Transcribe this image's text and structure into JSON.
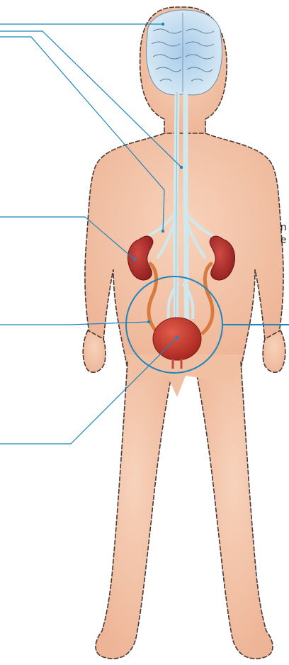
{
  "diagram": {
    "subject": "child-urinary-and-nervous-system",
    "partial_labels": [
      "n",
      "e"
    ],
    "colors": {
      "skin": "#f4c8ac",
      "skin_outline": "#4a3b36",
      "nerve": "#cfe8ee",
      "brain": "#b9d7ee",
      "kidney": "#b42a2a",
      "bladder": "#c7352b",
      "ureter": "#d97a3e",
      "leader_line": "#1b86bb"
    }
  }
}
